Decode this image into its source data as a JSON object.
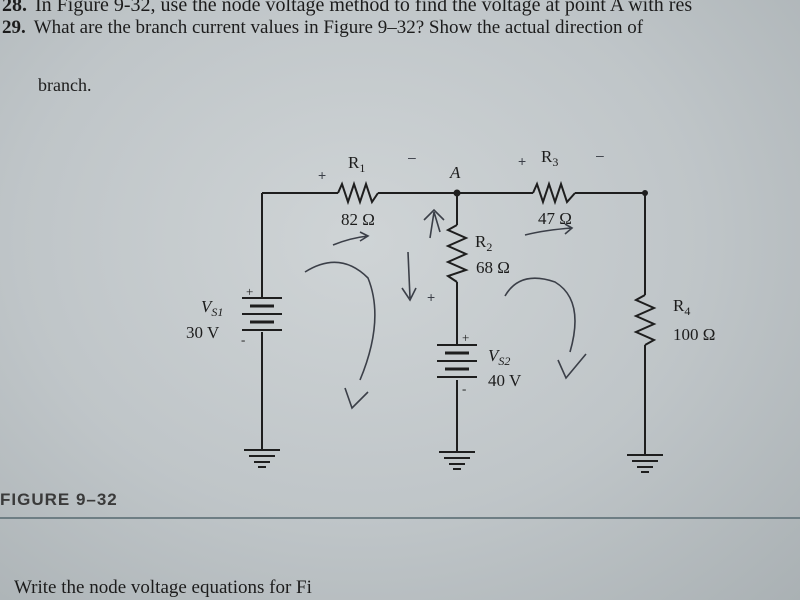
{
  "questions": {
    "q28": {
      "number": "28.",
      "text": "In Figure 9-32, use the node voltage method to find the voltage at point A with res"
    },
    "q29": {
      "number": "29.",
      "text": "What are the branch current values in Figure 9–32? Show the actual direction of",
      "continuation": "branch."
    }
  },
  "figure": {
    "caption": "FIGURE 9–32",
    "node_label": "A",
    "components": {
      "r1": {
        "name": "R",
        "sub": "1",
        "value": "82 Ω"
      },
      "r2": {
        "name": "R",
        "sub": "2",
        "value": "68 Ω"
      },
      "r3": {
        "name": "R",
        "sub": "3",
        "value": "47 Ω"
      },
      "r4": {
        "name": "R",
        "sub": "4",
        "value": "100 Ω"
      },
      "vs1": {
        "name": "V",
        "sub": "S1",
        "value": "30 V",
        "plus": "+",
        "minus": "-"
      },
      "vs2": {
        "name": "V",
        "sub": "S2",
        "value": "40 V",
        "plus": "+",
        "minus": "-"
      }
    },
    "handwritten": {
      "plus_r1": "+",
      "minus_r1": "–",
      "plus_r3": "+",
      "minus_r3": "–",
      "plus_r2": "+"
    }
  },
  "bottom_text": "Write the node voltage equations for Fi"
}
